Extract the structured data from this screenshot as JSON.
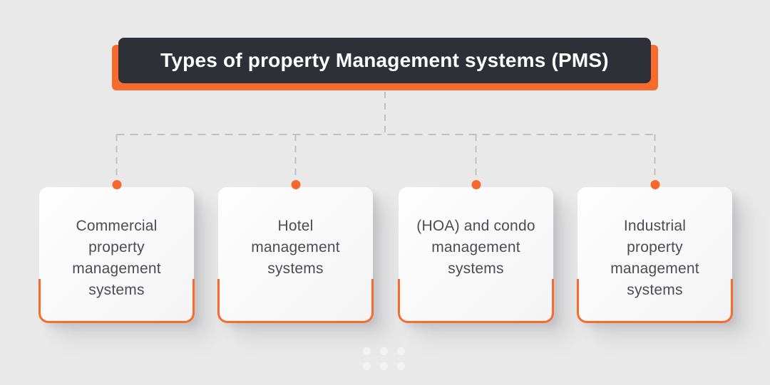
{
  "banner": {
    "title": "Types of property Management systems (PMS)"
  },
  "cards": [
    {
      "id": "commercial",
      "label": "Commercial\nproperty\nmanagement\nsystems"
    },
    {
      "id": "hotel",
      "label": "Hotel\nmanagement\nsystems"
    },
    {
      "id": "hoa-condo",
      "label": "(HOA) and condo\nmanagement\nsystems"
    },
    {
      "id": "industrial",
      "label": "Industrial\nproperty\nmanagement\nsystems"
    }
  ],
  "colors": {
    "accent_orange": "#F96B2C",
    "banner_dark": "#2E3037",
    "background": "#E9E9E9",
    "card_text": "#4C4C54",
    "connector_gray": "#BFBFC4",
    "card_shadow": "#E0E0E1",
    "grip_dots": "#F3F3F3"
  }
}
